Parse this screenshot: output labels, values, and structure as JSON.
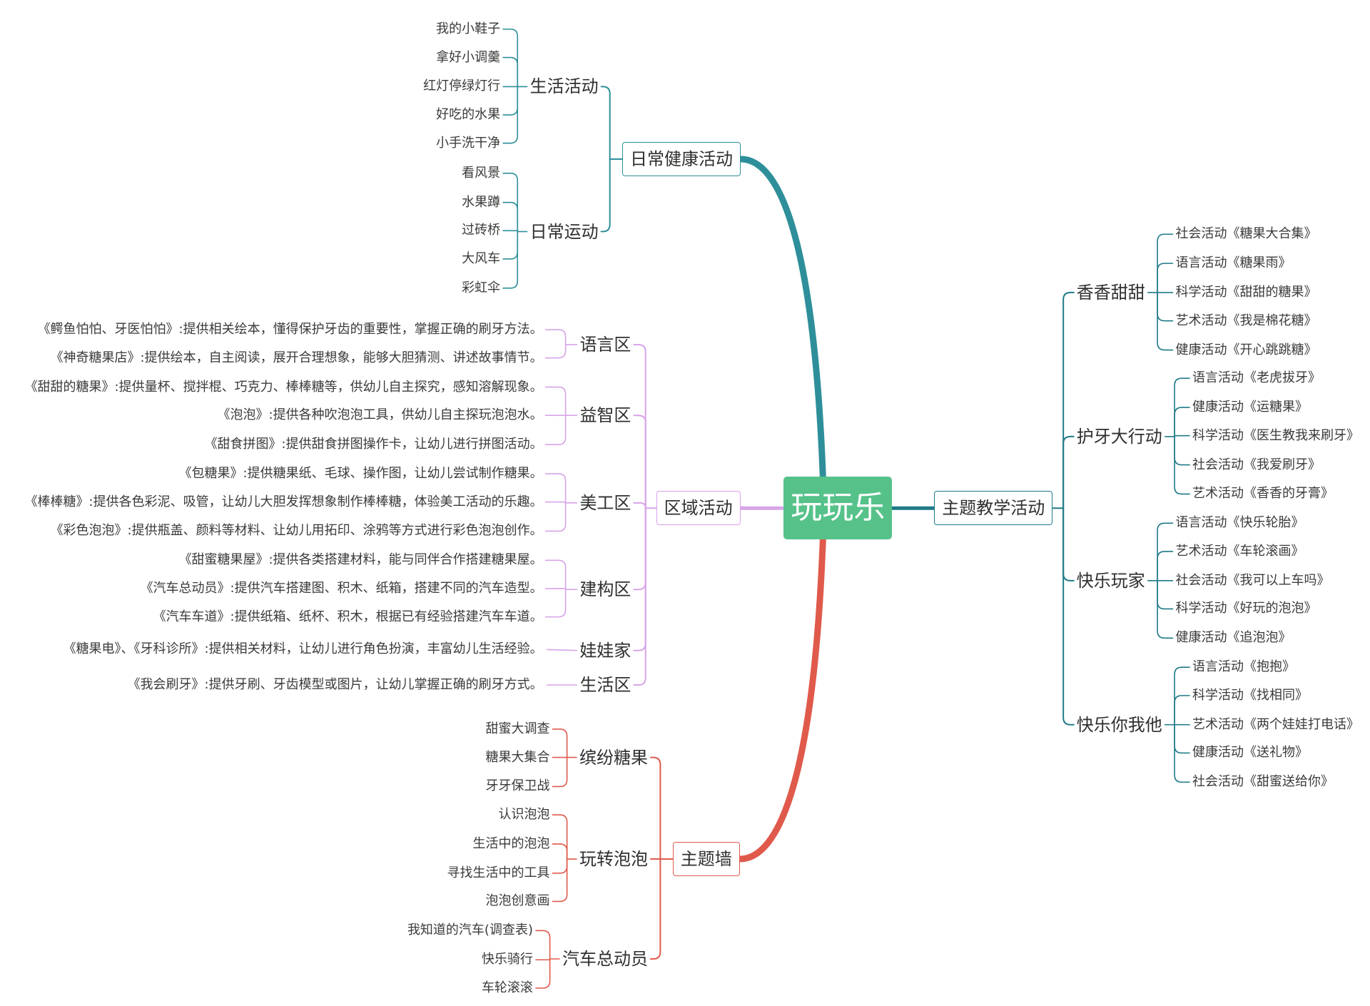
{
  "colors": {
    "health": "#2e8f9a",
    "area": "#d7a4e8",
    "wall": "#e05a4c",
    "theme": "#1f7a87",
    "center_bg": "#56c28a",
    "center_text": "#ffffff"
  },
  "center": {
    "label": "玩玩乐"
  },
  "left": {
    "health": {
      "label": "日常健康活动",
      "children": [
        {
          "label": "生活活动",
          "children": [
            "我的小鞋子",
            "拿好小调羹",
            "红灯停绿灯行",
            "好吃的水果",
            "小手洗干净"
          ]
        },
        {
          "label": "日常运动",
          "children": [
            "看风景",
            "水果蹲",
            "过砖桥",
            "大风车",
            "彩虹伞"
          ]
        }
      ]
    },
    "area": {
      "label": "区域活动",
      "children": [
        {
          "label": "语言区",
          "children": [
            "《鳄鱼怕怕、牙医怕怕》:提供相关绘本，懂得保护牙齿的重要性，掌握正确的刷牙方法。",
            "《神奇糖果店》:提供绘本，自主阅读，展开合理想象，能够大胆猜测、讲述故事情节。"
          ]
        },
        {
          "label": "益智区",
          "children": [
            "《甜甜的糖果》:提供量杯、搅拌棍、巧克力、棒棒糖等，供幼儿自主探究，感知溶解现象。",
            "《泡泡》:提供各种吹泡泡工具，供幼儿自主探玩泡泡水。",
            "《甜食拼图》:提供甜食拼图操作卡，让幼儿进行拼图活动。"
          ]
        },
        {
          "label": "美工区",
          "children": [
            "《包糖果》:提供糖果纸、毛球、操作图，让幼儿尝试制作糖果。",
            "《棒棒糖》:提供各色彩泥、吸管，让幼儿大胆发挥想象制作棒棒糖，体验美工活动的乐趣。",
            "《彩色泡泡》:提供瓶盖、颜料等材料、让幼儿用拓印、涂鸦等方式进行彩色泡泡创作。"
          ]
        },
        {
          "label": "建构区",
          "children": [
            "《甜蜜糖果屋》:提供各类搭建材料，能与同伴合作搭建糖果屋。",
            "《汽车总动员》:提供汽车搭建图、积木、纸箱，搭建不同的汽车造型。",
            "《汽车车道》:提供纸箱、纸杯、积木，根据已有经验搭建汽车车道。"
          ]
        },
        {
          "label": "娃娃家",
          "children": [
            "《糖果电》、《牙科诊所》:提供相关材料，让幼儿进行角色扮演，丰富幼儿生活经验。"
          ]
        },
        {
          "label": "生活区",
          "children": [
            "《我会刷牙》:提供牙刷、牙齿模型或图片，让幼儿掌握正确的刷牙方式。"
          ]
        }
      ]
    },
    "wall": {
      "label": "主题墙",
      "children": [
        {
          "label": "缤纷糖果",
          "children": [
            "甜蜜大调查",
            "糖果大集合",
            "牙牙保卫战"
          ]
        },
        {
          "label": "玩转泡泡",
          "children": [
            "认识泡泡",
            "生活中的泡泡",
            "寻找生活中的工具",
            "泡泡创意画"
          ]
        },
        {
          "label": "汽车总动员",
          "children": [
            "我知道的汽车(调查表)",
            "快乐骑行",
            "车轮滚滚"
          ]
        }
      ]
    }
  },
  "right": {
    "theme": {
      "label": "主题教学活动",
      "children": [
        {
          "label": "香香甜甜",
          "children": [
            "社会活动《糖果大合集》",
            "语言活动《糖果雨》",
            "科学活动《甜甜的糖果》",
            "艺术活动《我是棉花糖》",
            "健康活动《开心跳跳糖》"
          ]
        },
        {
          "label": "护牙大行动",
          "children": [
            "语言活动《老虎拔牙》",
            "健康活动《运糖果》",
            "科学活动《医生教我来刷牙》",
            "社会活动《我爱刷牙》",
            "艺术活动《香香的牙膏》"
          ]
        },
        {
          "label": "快乐玩家",
          "children": [
            "语言活动《快乐轮胎》",
            "艺术活动《车轮滚画》",
            "社会活动《我可以上车吗》",
            "科学活动《好玩的泡泡》",
            "健康活动《追泡泡》"
          ]
        },
        {
          "label": "快乐你我他",
          "children": [
            "语言活动《抱抱》",
            "科学活动《找相同》",
            "艺术活动《两个娃娃打电话》",
            "健康活动《送礼物》",
            "社会活动《甜蜜送给你》"
          ]
        }
      ]
    }
  }
}
